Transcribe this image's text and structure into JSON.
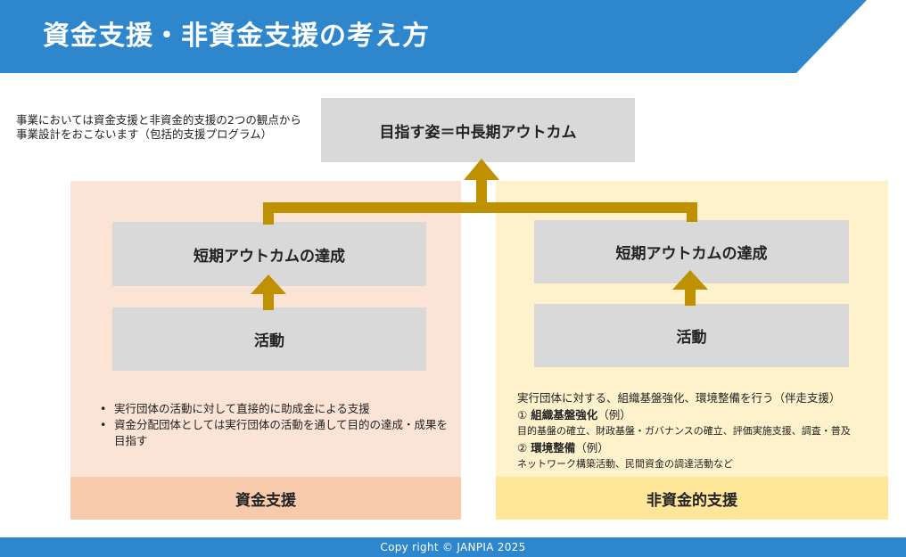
{
  "header": {
    "title": "資金支援・非資金支援の考え方",
    "color": "#2e86cc"
  },
  "intro": {
    "text": "事業においては資金支援と非資金的支援の2つの観点から事業設計をおこないます（包括的支援プログラム）"
  },
  "goal": {
    "label": "目指す姿＝中長期アウトカム"
  },
  "left_panel": {
    "short_term": "短期アウトカムの達成",
    "activity": "活動",
    "bullets": [
      "実行団体の活動に対して直接的に助成金による支援",
      "資金分配団体としては実行団体の活動を通して目的の達成・成果を目指す"
    ],
    "footer": "資金支援",
    "bg_color": "#fbe3d6",
    "footer_color": "#f7caac"
  },
  "right_panel": {
    "short_term": "短期アウトカムの達成",
    "activity": "活動",
    "lead": "実行団体に対する、組織基盤強化、環境整備を行う（伴走支援）",
    "items": [
      {
        "marker": "①",
        "name": "組織基盤強化",
        "suffix": "（例）",
        "detail": "目的基盤の確立、財政基盤・ガバナンスの確立、評価実施支援、調査・普及"
      },
      {
        "marker": "②",
        "name": "環境整備",
        "suffix": "（例）",
        "detail": "ネットワーク構築活動、民間資金の調達活動など"
      }
    ],
    "footer": "非資金的支援",
    "bg_color": "#fef2cc",
    "footer_color": "#ffe699"
  },
  "arrow_color": "#bf9000",
  "footer": {
    "copyright": "Copy right © JANPIA 2025"
  }
}
